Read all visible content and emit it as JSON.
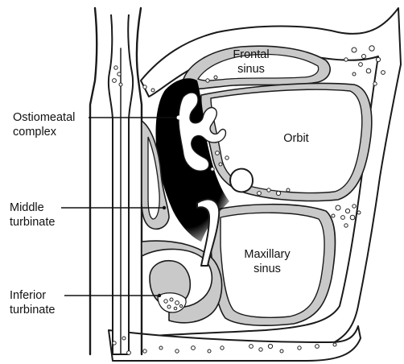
{
  "labels": {
    "frontal_sinus": [
      "Frontal",
      "sinus"
    ],
    "ostiomeatal_complex": [
      "Ostiomeatal",
      "complex"
    ],
    "orbit": "Orbit",
    "middle_turbinate": [
      "Middle",
      "turbinate"
    ],
    "maxillary_sinus": [
      "Maxillary",
      "sinus"
    ],
    "inferior_turbinate": [
      "Inferior",
      "turbinate"
    ]
  },
  "colors": {
    "line": "#1a1a1a",
    "mucosa": "#c9c9c9",
    "ostiomeatal_fill": "#000000",
    "background": "#ffffff"
  }
}
